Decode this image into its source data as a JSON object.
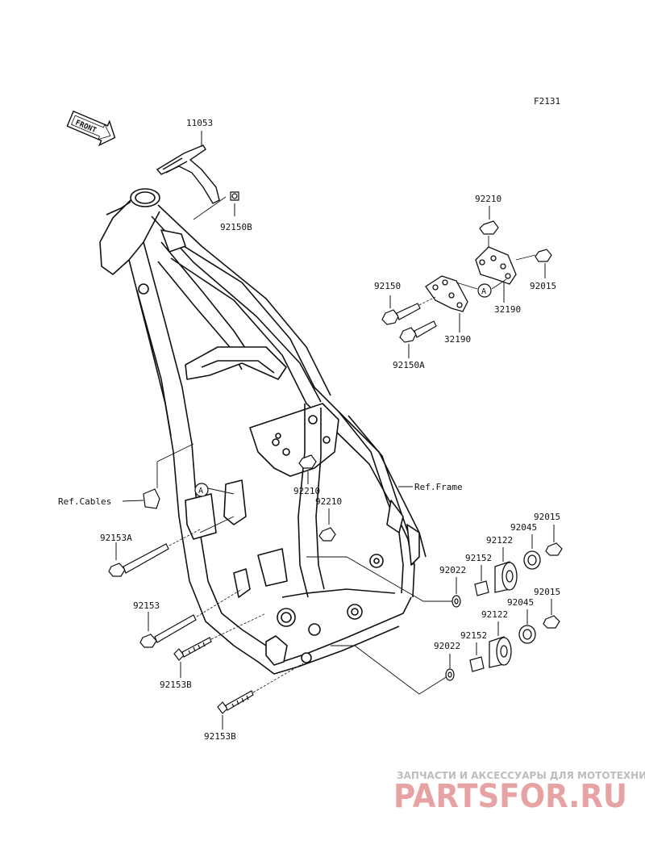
{
  "figure_code": "F2131",
  "front_arrow": "FRONT",
  "callout": "A",
  "references": {
    "cables": "Ref.Cables",
    "frame": "Ref.Frame"
  },
  "parts": {
    "guard": "11053",
    "bolt_guard": "92150B",
    "nut_upper": "92210",
    "nut_upper_right": "92015",
    "bolt_upper": "92150",
    "bracket_1": "32190",
    "bracket_2": "32190",
    "bolt_upper_a": "92150A",
    "nut_center": "92210",
    "nut_center_2": "92210",
    "bolt_long_a": "92153A",
    "bolt_long": "92153",
    "bolt_b_1": "92153B",
    "bolt_b_2": "92153B",
    "nut_r1": "92015",
    "bearing_r1": "92045",
    "collar_r1": "92122",
    "sleeve_r1": "92152",
    "washer_r1": "92022",
    "nut_r2": "92015",
    "bearing_r2": "92045",
    "collar_r2": "92122",
    "sleeve_r2": "92152",
    "washer_r2": "92022"
  },
  "watermark": {
    "caption": "ЗАПЧАСТИ И АКСЕССУАРЫ ДЛЯ МОТОТЕХНИКИ",
    "brand": "PARTSFOR.RU"
  }
}
